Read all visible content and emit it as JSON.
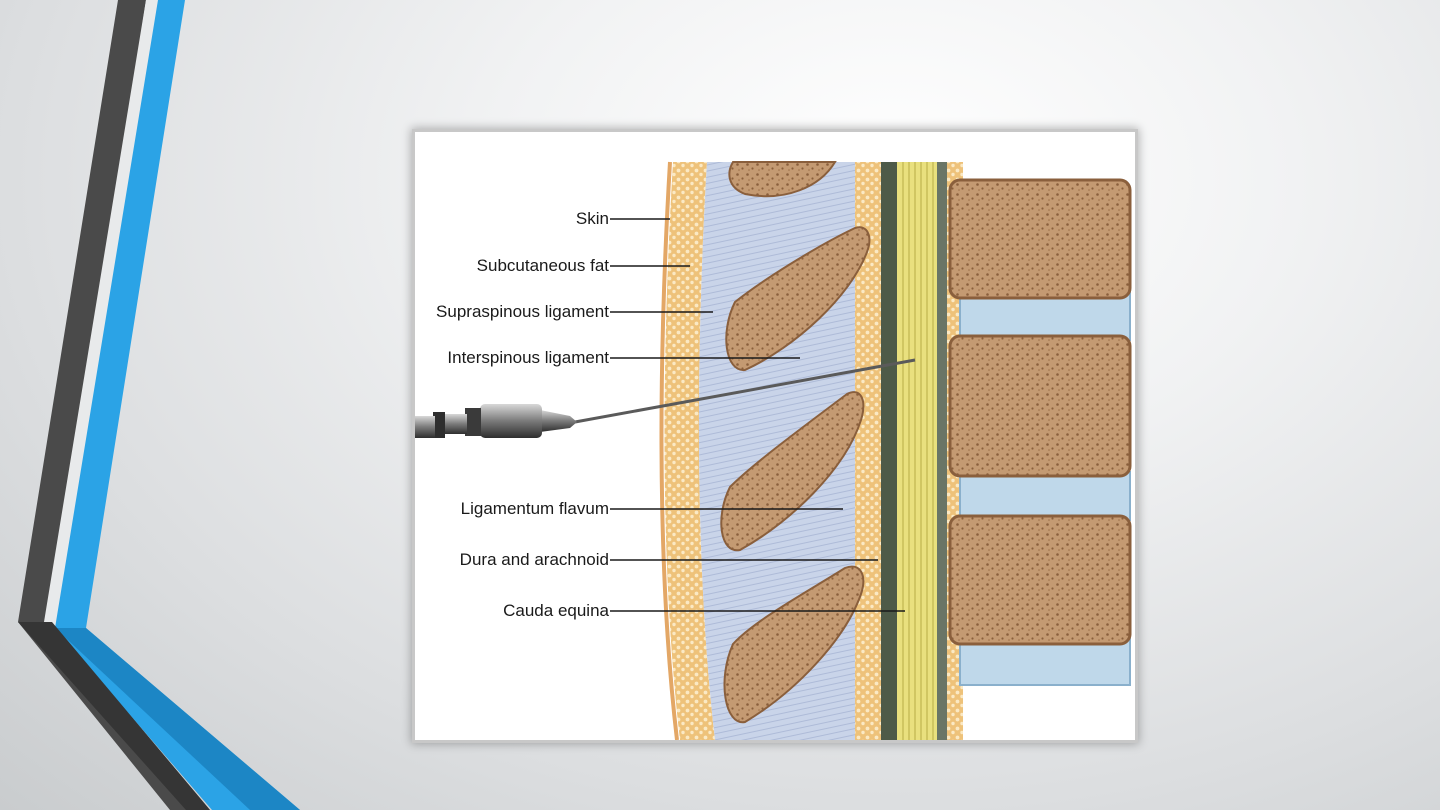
{
  "slide": {
    "figure": {
      "labels": {
        "skin": "Skin",
        "subcutaneous_fat": "Subcutaneous fat",
        "supraspinous_ligament": "Supraspinous ligament",
        "interspinous_ligament": "Interspinous ligament",
        "ligamentum_flavum": "Ligamentum flavum",
        "dura_arachnoid": "Dura and arachnoid",
        "cauda_equina": "Cauda equina"
      }
    },
    "colors": {
      "accent_blue": "#2ba3e6",
      "accent_gray": "#4a4a4a",
      "bone": "#c9a07a",
      "fat": "#f2d08e",
      "ligament": "#c8d2e6",
      "nerve": "#e6e08a"
    }
  }
}
